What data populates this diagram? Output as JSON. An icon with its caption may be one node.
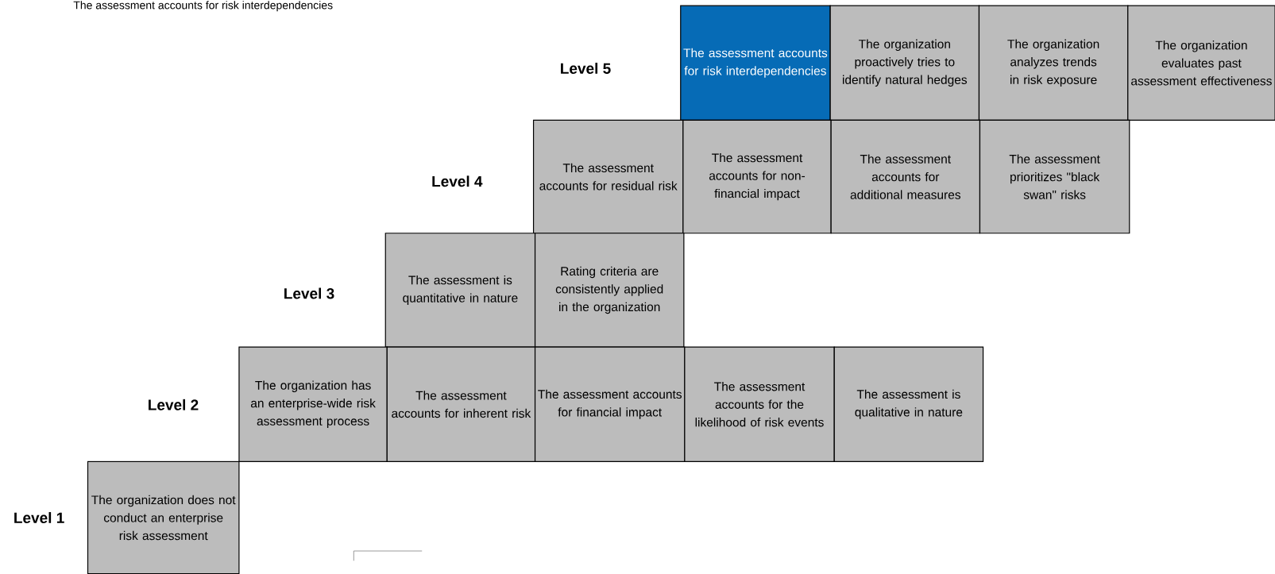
{
  "diagram": {
    "nodes": [
      {
        "text": [
          "The assessment accounts for risk interdependencies"
        ]
      },
      {
        "text": [
          "The organization proactively tries to identify natural hedges"
        ]
      },
      {
        "text": [
          "The organization analyzes trends in risk exposure"
        ]
      },
      {
        "text": [
          "The organization evaluates past assessment effectiveness"
        ]
      },
      {
        "text": [
          "The assessment accounts for residual risk"
        ]
      },
      {
        "text": [
          "The assessment accounts for non-financial impact"
        ]
      },
      {
        "text": [
          "The assessment accounts for additional measures"
        ]
      },
      {
        "text": [
          "The assessment prioritizes \"black swan\" risks"
        ]
      },
      {
        "text": [
          "The assessment is quantitative in nature"
        ]
      },
      {
        "text": [
          "Rating criteria are consistently applied in the organization"
        ]
      },
      {
        "text": [
          "The organization has an enterprise-wide risk assessment process"
        ]
      },
      {
        "text": [
          "The assessment accounts for inherent risk"
        ]
      },
      {
        "text": [
          "The assessment accounts for financial impact"
        ]
      },
      {
        "text": [
          "The assessment accounts for the likelihood of risk events"
        ]
      },
      {
        "text": [
          "The assessment is qualitative in nature"
        ]
      },
      {
        "text": [
          "The organization does not conduct an enterprise risk assessment"
        ]
      }
    ],
    "labels": [
      "The assessment accounts for risk interdependencies",
      "Level 5",
      "Level 4",
      "Level 3",
      "Level 2",
      "Level 1"
    ]
  }
}
